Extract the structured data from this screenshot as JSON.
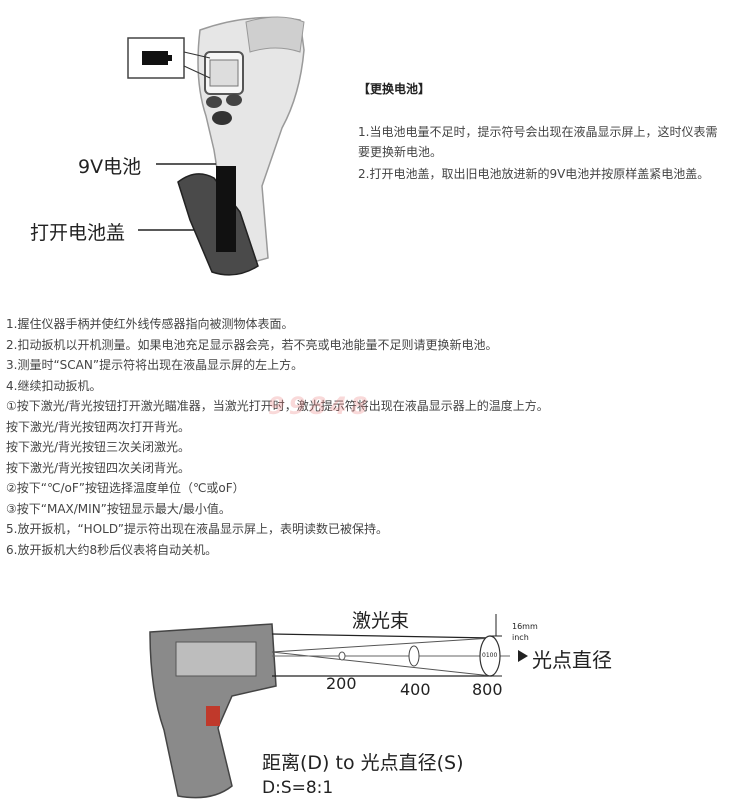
{
  "battery_figure": {
    "label_battery": "9V电池",
    "label_cover": "打开电池盖"
  },
  "battery_section": {
    "title": "【更换电池】",
    "para1": "1.当电池电量不足时，提示符号会出现在液晶显示屏上，这时仪表需要更换新电池。",
    "para2": "2.打开电池盖，取出旧电池放进新的9V电池并按原样盖紧电池盖。"
  },
  "instructions": [
    "1.握住仪器手柄并使红外线传感器指向被测物体表面。",
    "2.扣动扳机以开机测量。如果电池充足显示器会亮，若不亮或电池能量不足则请更换新电池。",
    "3.测量时“SCAN”提示符将出现在液晶显示屏的左上方。",
    "4.继续扣动扳机。",
    "①按下激光/背光按钮打开激光瞄准器，当激光打开时，激光提示符将出现在液晶显示器上的温度上方。",
    "按下激光/背光按钮两次打开背光。",
    "按下激光/背光按钮三次关闭激光。",
    "按下激光/背光按钮四次关闭背光。",
    "②按下“℃/oF”按钮选择温度单位（℃或oF）",
    "③按下“MAX/MIN”按钮显示最大/最小值。",
    "5.放开扳机，“HOLD”提示符出现在液晶显示屏上，表明读数已被保持。",
    "6.放开扳机大约8秒后仪表将自动关机。"
  ],
  "watermark": "99848",
  "distance_figure": {
    "beam_label": "激光束",
    "spot_label": "光点直径",
    "dim_mm": "16mm",
    "dim_inch": "inch",
    "spot_inner": "0100",
    "distances": [
      "200",
      "400",
      "800"
    ],
    "ratio_title": "距离(D) to 光点直径(S)",
    "ratio_value": "D:S=8:1"
  }
}
